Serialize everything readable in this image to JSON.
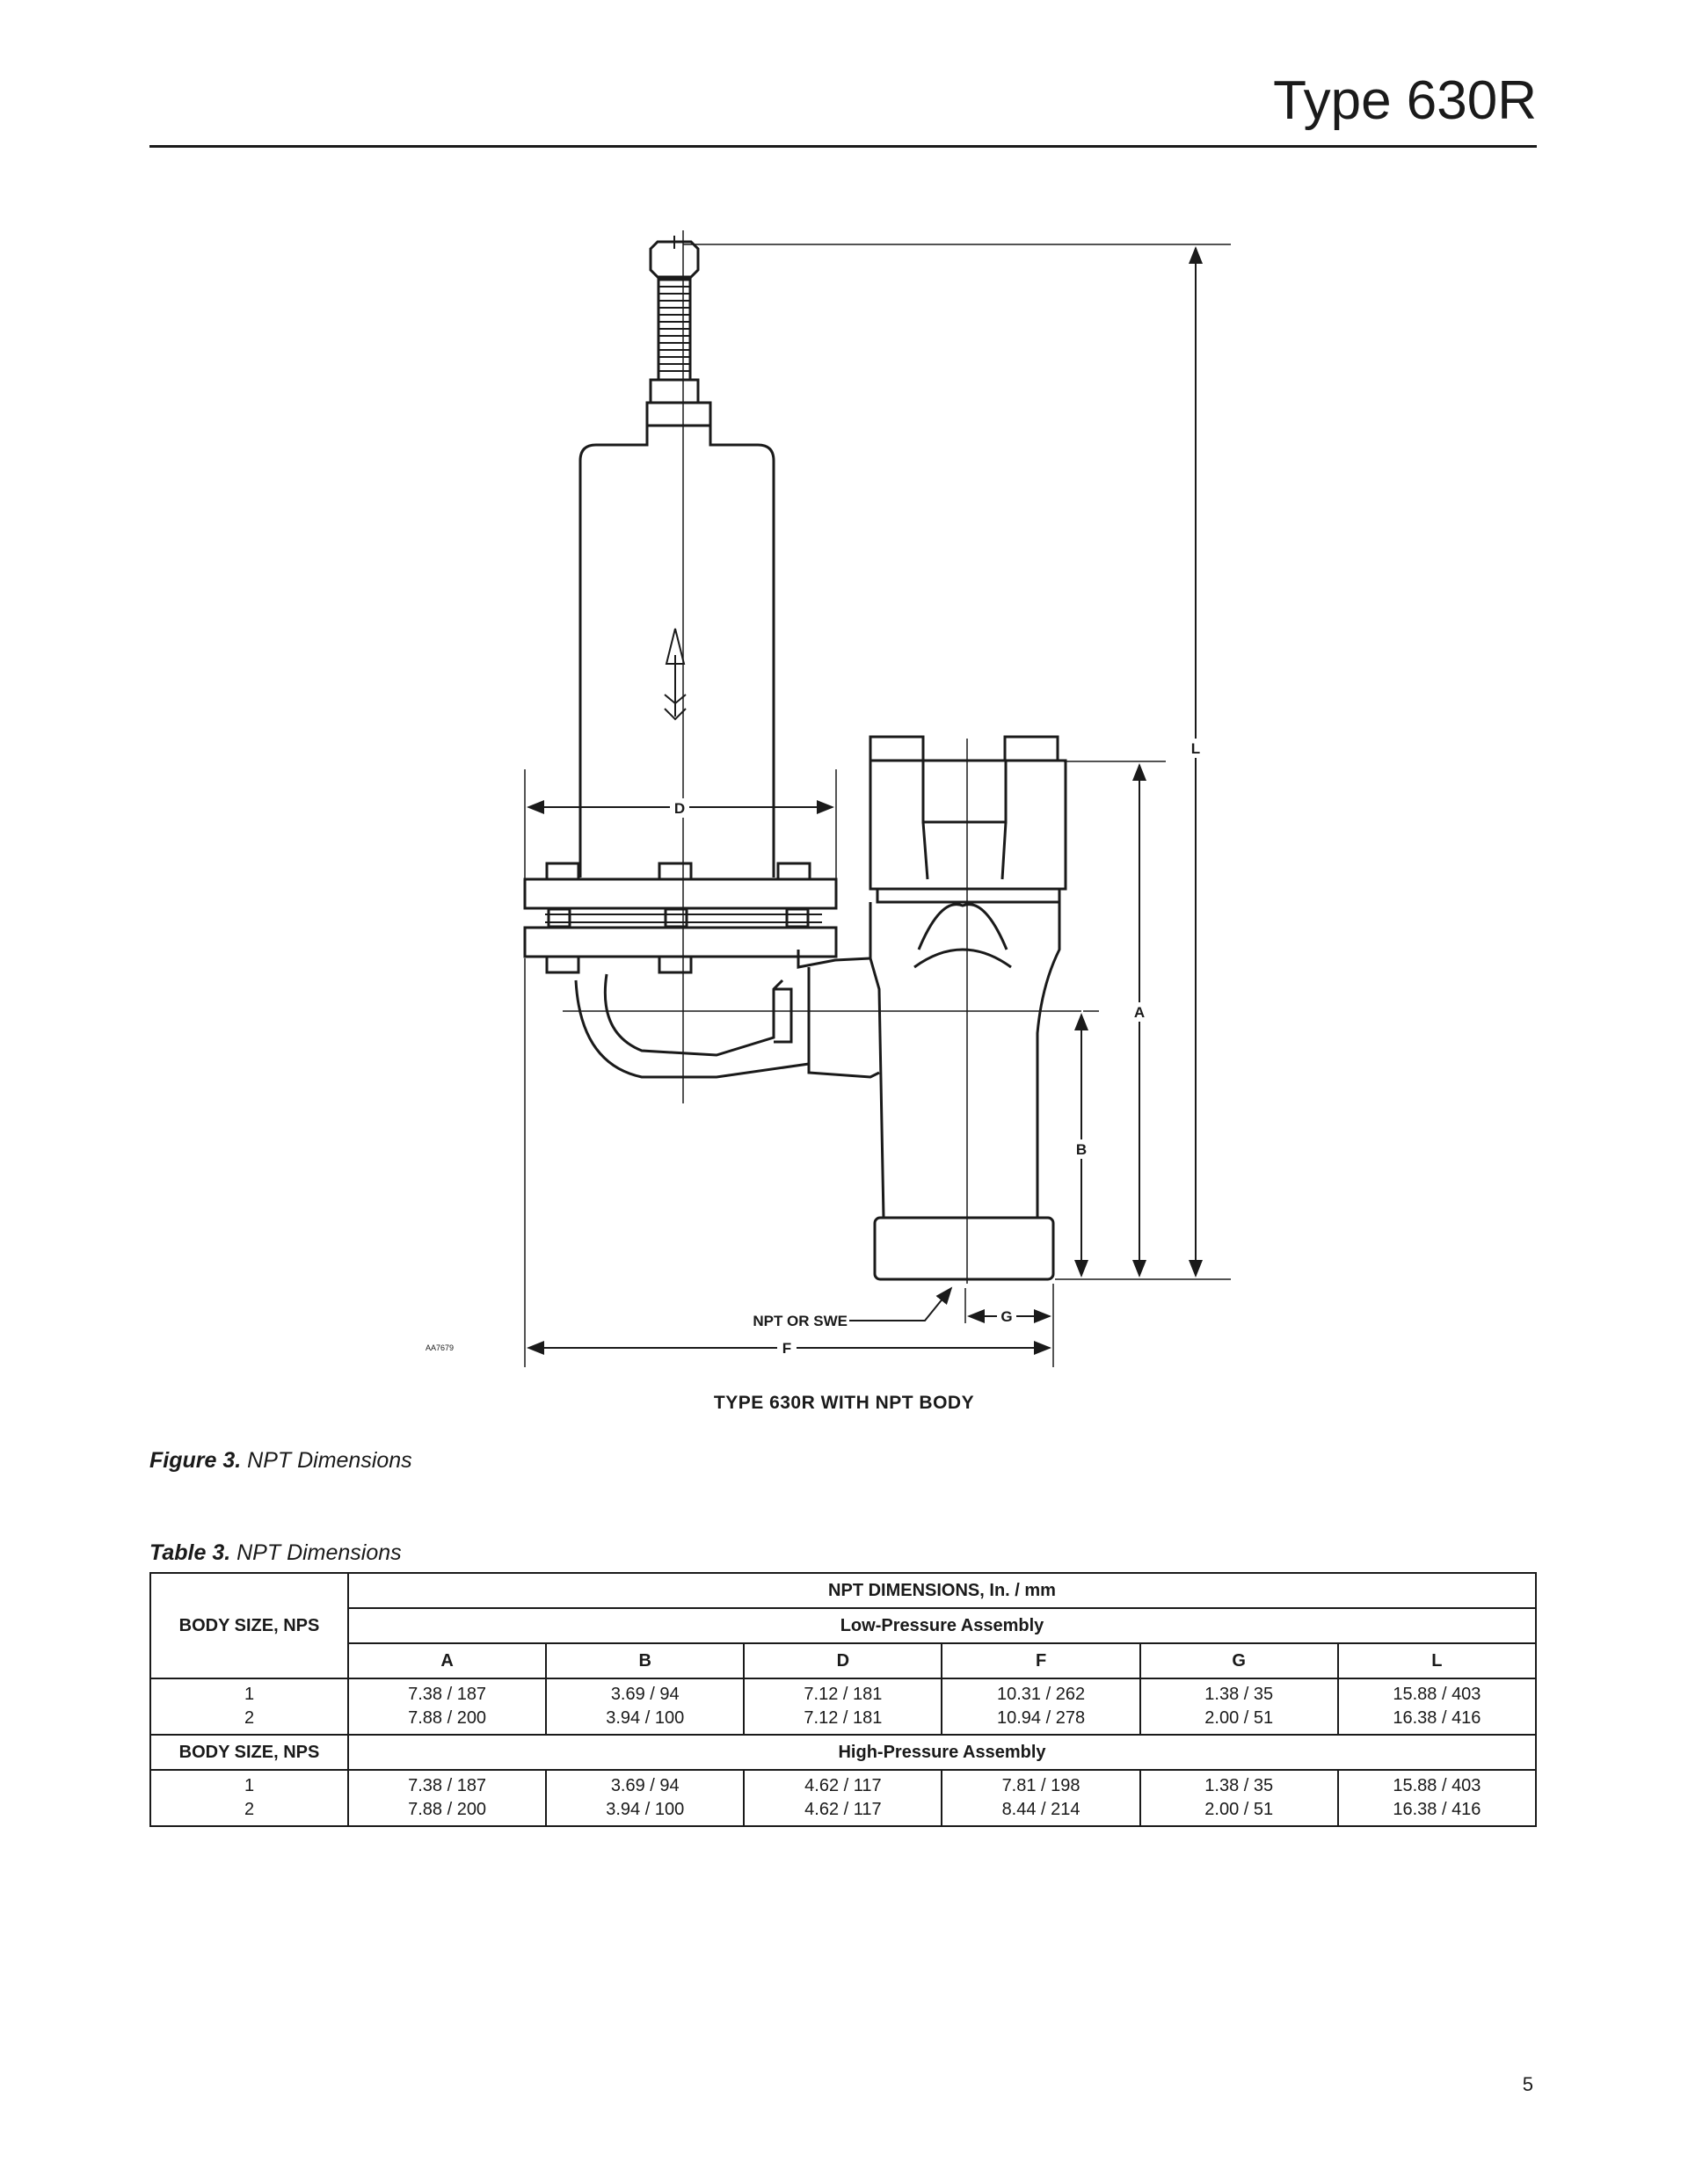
{
  "header": {
    "title": "Type 630R"
  },
  "figure": {
    "drawing_id": "AA7679",
    "subtitle": "TYPE 630R WITH NPT BODY",
    "labels": {
      "L": "L",
      "A": "A",
      "B": "B",
      "D": "D",
      "F": "F",
      "G": "G",
      "npt": "NPT OR SWE"
    },
    "caption_num": "Figure 3.",
    "caption_text": " NPT Dimensions"
  },
  "table": {
    "caption_num": "Table 3.",
    "caption_text": " NPT Dimensions",
    "body_size_header": "BODY SIZE, NPS",
    "dims_header": "NPT DIMENSIONS, In. / mm",
    "low_title": "Low-Pressure Assembly",
    "high_title": "High-Pressure Assembly",
    "columns": [
      "A",
      "B",
      "D",
      "F",
      "G",
      "L"
    ],
    "low": {
      "sizes": [
        "1",
        "2"
      ],
      "cols": [
        [
          "7.38 / 187",
          "7.88 / 200"
        ],
        [
          "3.69 / 94",
          "3.94 / 100"
        ],
        [
          "7.12 / 181",
          "7.12 / 181"
        ],
        [
          "10.31 / 262",
          "10.94 / 278"
        ],
        [
          "1.38 / 35",
          "2.00 / 51"
        ],
        [
          "15.88 / 403",
          "16.38 / 416"
        ]
      ]
    },
    "high": {
      "sizes": [
        "1",
        "2"
      ],
      "cols": [
        [
          "7.38 / 187",
          "7.88 / 200"
        ],
        [
          "3.69 / 94",
          "3.94 / 100"
        ],
        [
          "4.62 / 117",
          "4.62 / 117"
        ],
        [
          "7.81 / 198",
          "8.44 / 214"
        ],
        [
          "1.38 / 35",
          "2.00 / 51"
        ],
        [
          "15.88 / 403",
          "16.38 / 416"
        ]
      ]
    }
  },
  "page_number": "5"
}
